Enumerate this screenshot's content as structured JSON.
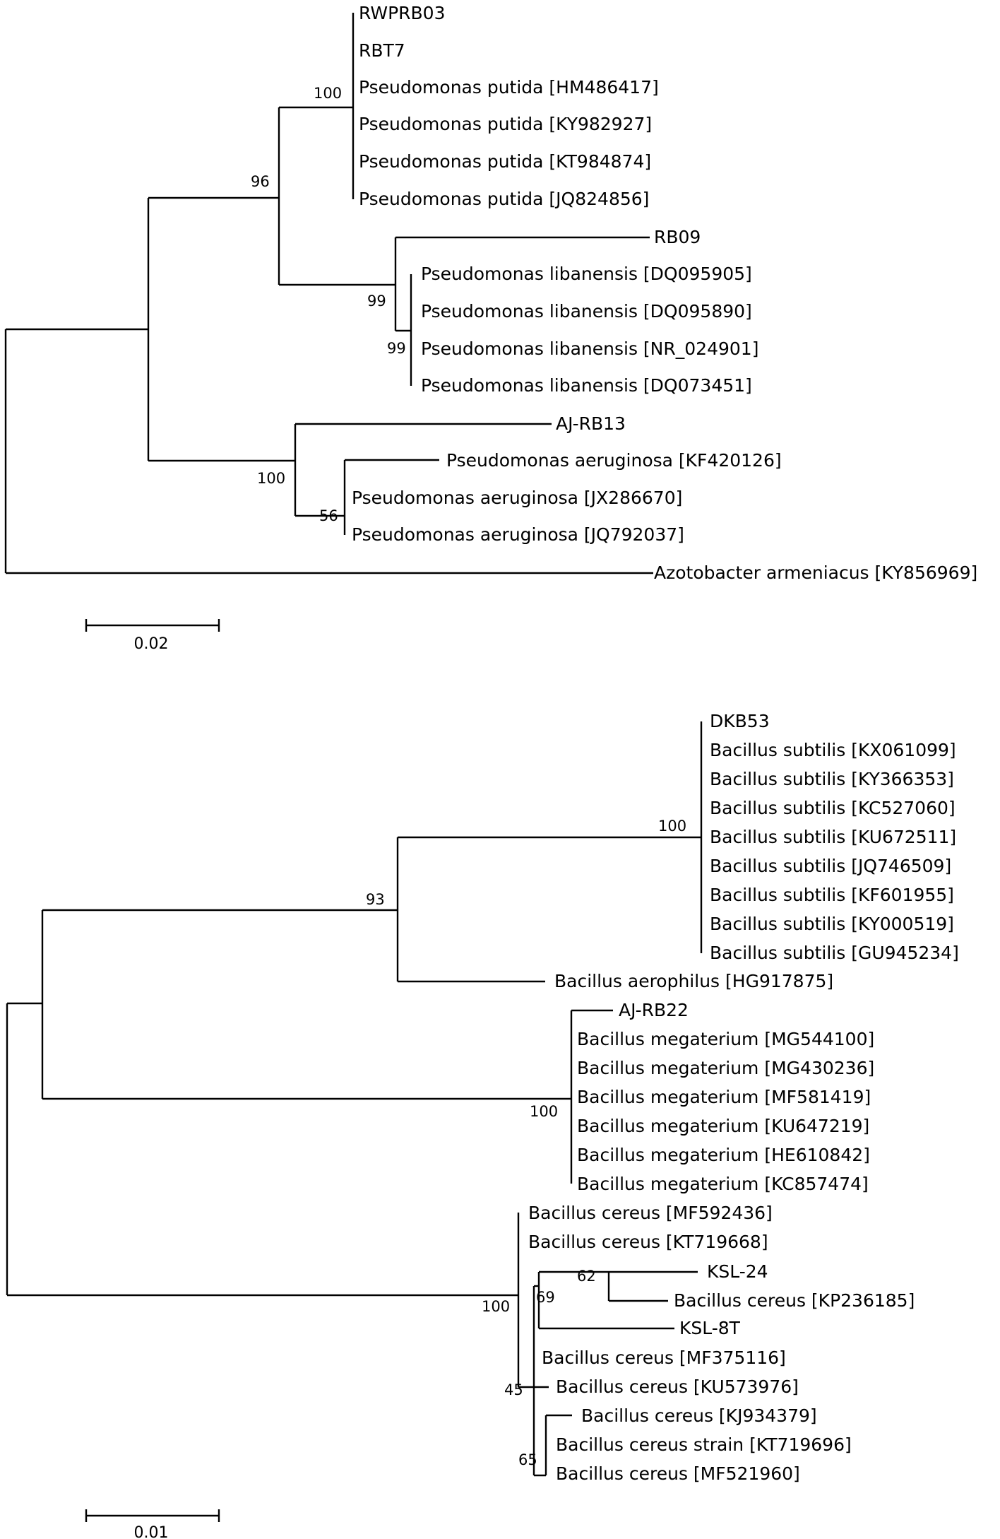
{
  "trees": [
    {
      "scale_bar": {
        "label": "0.02",
        "length": 0.02
      },
      "taxa": [
        "RWPRB03",
        "RBT7",
        "Pseudomonas putida [HM486417]",
        "Pseudomonas putida [KY982927]",
        "Pseudomonas putida [KT984874]",
        "Pseudomonas putida [JQ824856]",
        "RB09",
        "Pseudomonas libanensis [DQ095905]",
        "Pseudomonas libanensis [DQ095890]",
        "Pseudomonas libanensis [NR_024901]",
        "Pseudomonas libanensis [DQ073451]",
        "AJ-RB13",
        "Pseudomonas aeruginosa [KF420126]",
        "Pseudomonas aeruginosa [JX286670]",
        "Pseudomonas aeruginosa [JQ792037]",
        "Azotobacter armeniacus [KY856969]"
      ],
      "bootstrap": [
        "100",
        "96",
        "99",
        "99",
        "100",
        "56"
      ]
    },
    {
      "scale_bar": {
        "label": "0.01",
        "length": 0.01
      },
      "taxa": [
        "DKB53",
        "Bacillus subtilis [KX061099]",
        "Bacillus subtilis [KY366353]",
        "Bacillus subtilis [KC527060]",
        "Bacillus subtilis [KU672511]",
        "Bacillus subtilis [JQ746509]",
        "Bacillus subtilis [KF601955]",
        "Bacillus subtilis [KY000519]",
        "Bacillus subtilis [GU945234]",
        "Bacillus aerophilus [HG917875]",
        "AJ-RB22",
        "Bacillus megaterium [MG544100]",
        "Bacillus megaterium [MG430236]",
        "Bacillus megaterium [MF581419]",
        "Bacillus megaterium [KU647219]",
        "Bacillus megaterium [HE610842]",
        "Bacillus megaterium [KC857474]",
        "Bacillus cereus [MF592436]",
        "Bacillus cereus [KT719668]",
        "KSL-24",
        "Bacillus cereus [KP236185]",
        "KSL-8T",
        "Bacillus cereus [MF375116]",
        "Bacillus cereus [KU573976]",
        "Bacillus cereus [KJ934379]",
        "Bacillus cereus strain [KT719696]",
        "Bacillus cereus [MF521960]"
      ],
      "bootstrap": [
        "100",
        "93",
        "100",
        "100",
        "62",
        "69",
        "45",
        "65"
      ]
    }
  ]
}
